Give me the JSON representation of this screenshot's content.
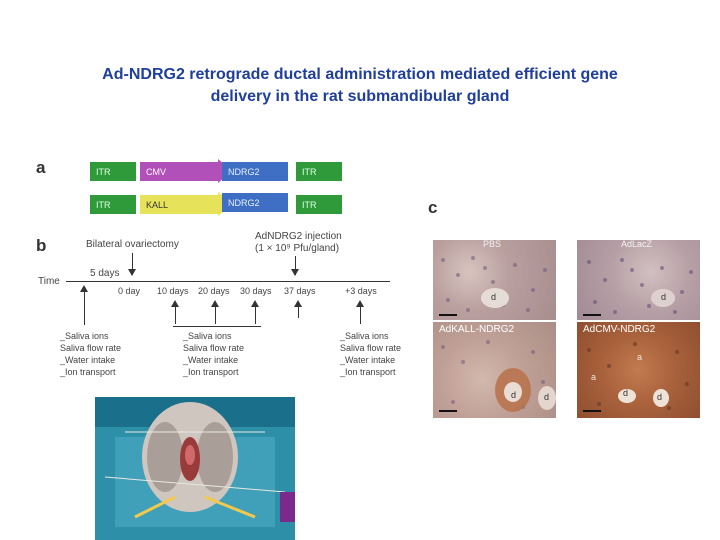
{
  "title": {
    "line1": "Ad-NDRG2 retrograde ductal administration mediated efficient gene",
    "line2": "delivery in the rat submandibular gland"
  },
  "panel_labels": {
    "a": "a",
    "b": "b",
    "c": "c"
  },
  "constructs": [
    {
      "itr_left": "ITR",
      "promoter": "CMV",
      "gene": "NDRG2",
      "itr_right": "ITR",
      "promoter_color": "#b050b8"
    },
    {
      "itr_left": "ITR",
      "promoter": "KALL",
      "gene": "NDRG2",
      "itr_right": "ITR",
      "promoter_color": "#e6e25a"
    }
  ],
  "timeline": {
    "ovariectomy": "Bilateral ovariectomy",
    "injection_line1": "AdNDRG2 injection",
    "injection_line2": "(1 × 10⁹ Pfu/gland)",
    "time_label": "Time",
    "five_days": "5 days",
    "ticks": [
      "0 day",
      "10 days",
      "20 days",
      "30 days",
      "37 days",
      "+3 days"
    ],
    "measures_a": [
      "_Saliva ions",
      " Saliva flow rate",
      "_Water intake",
      "_Ion transport"
    ],
    "measures_b": [
      "_Saliva ions",
      " Saliva flow rate",
      "_Water intake",
      "_Ion transport"
    ],
    "measures_c": [
      "_Saliva ions",
      " Saliva flow rate",
      "_Water intake",
      "_Ion transport"
    ]
  },
  "histology": {
    "panels": [
      {
        "label": "PBS",
        "marks": [
          "d"
        ]
      },
      {
        "label": "AdLacZ",
        "marks": [
          "d"
        ]
      },
      {
        "label": "AdKALL-NDRG2",
        "marks": [
          "d",
          "d"
        ]
      },
      {
        "label": "AdCMV-NDRG2",
        "marks": [
          "a",
          "a",
          "d",
          "d"
        ]
      }
    ]
  }
}
